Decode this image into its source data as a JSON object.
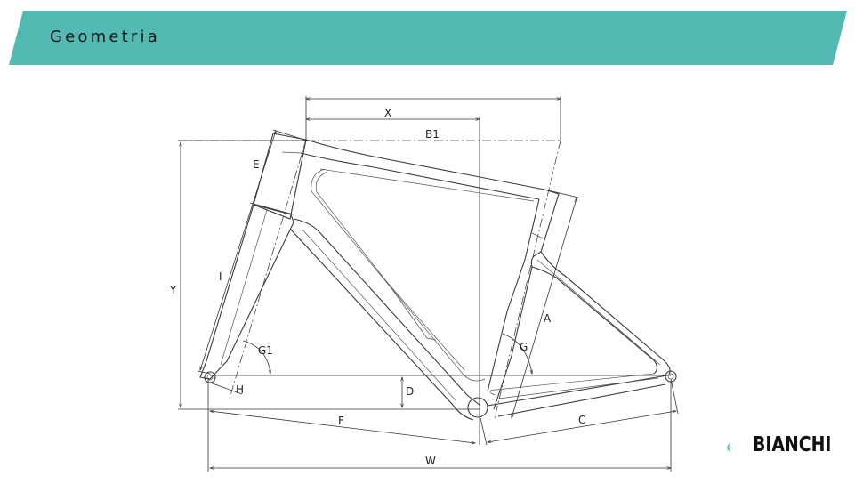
{
  "header": {
    "title": "Geometria",
    "band_color": "#52b9b3"
  },
  "diagram": {
    "labels": {
      "x": "X",
      "b1": "B1",
      "e": "E",
      "i": "I",
      "y": "Y",
      "g1": "G1",
      "h": "H",
      "d": "D",
      "f": "F",
      "w": "W",
      "a": "A",
      "g": "G",
      "c": "C"
    }
  },
  "brand": {
    "name": "BIANCHI",
    "logo_color": "#52b9b3",
    "icon": "bianchi-eagle-crest-icon"
  }
}
